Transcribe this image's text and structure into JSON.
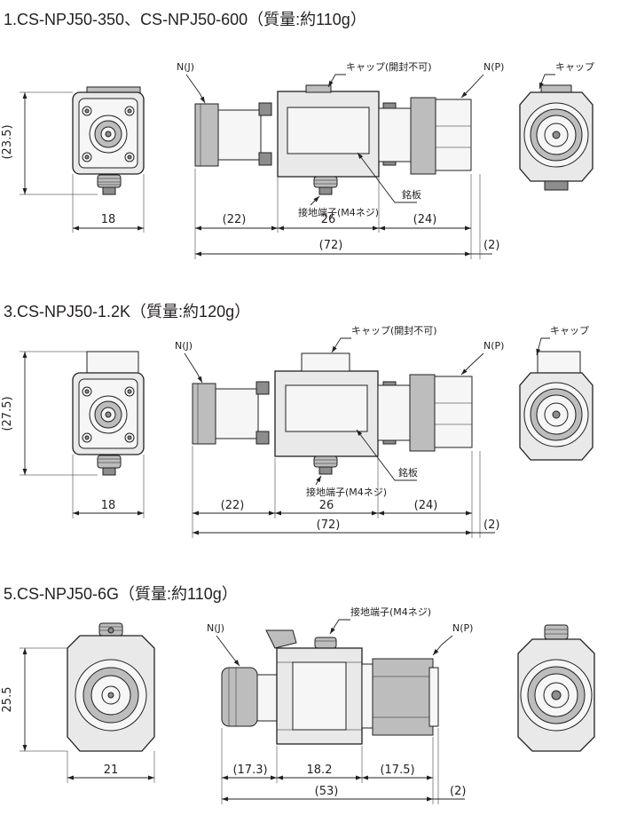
{
  "sections": [
    {
      "title": "1.CS-NPJ50-350、CS-NPJ50-600（質量:約110g）",
      "front_height": "(23.5)",
      "front_width": "18",
      "label_left": "N(J)",
      "label_cap_top": "キャップ(開封不可)",
      "label_right": "N(P)",
      "label_cap": "キャップ",
      "label_plate": "銘板",
      "label_ground": "接地端子(M4ネジ)",
      "dim_left": "(22)",
      "dim_mid": "26",
      "dim_right": "(24)",
      "dim_total": "(72)",
      "dim_end": "(2)"
    },
    {
      "title": "3.CS-NPJ50-1.2K（質量:約120g）",
      "front_height": "(27.5)",
      "front_width": "18",
      "label_left": "N(J)",
      "label_cap_top": "キャップ(開封不可)",
      "label_right": "N(P)",
      "label_cap": "キャップ",
      "label_plate": "銘板",
      "label_ground": "接地端子(M4ネジ)",
      "dim_left": "(22)",
      "dim_mid": "26",
      "dim_right": "(24)",
      "dim_total": "(72)",
      "dim_end": "(2)"
    },
    {
      "title": "5.CS-NPJ50-6G（質量:約110g）",
      "front_height": "25.5",
      "front_width": "21",
      "label_left": "N(J)",
      "label_ground": "接地端子(M4ネジ)",
      "label_right": "N(P)",
      "dim_left": "(17.3)",
      "dim_mid": "18.2",
      "dim_right": "(17.5)",
      "dim_total": "(53)",
      "dim_end": "(2)"
    }
  ]
}
